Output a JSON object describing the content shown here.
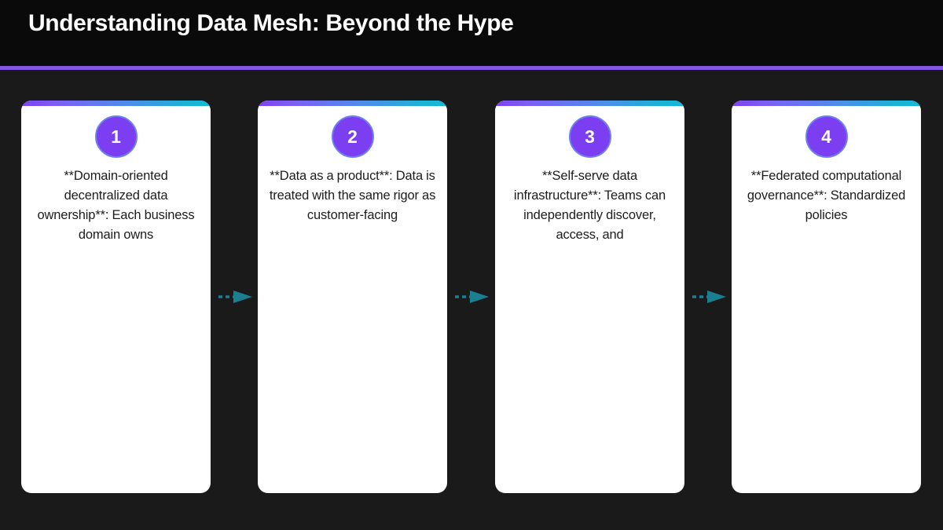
{
  "slide": {
    "title": "Understanding Data Mesh: Beyond the Hype",
    "background_color": "#1a1a1a",
    "header_background_color": "#0a0a0a",
    "accent_color": "#8257e6",
    "badge_color": "#7b3ef0",
    "arrow_color": "#1a7f91",
    "card_accent_gradient_from": "#7b43f0",
    "card_accent_gradient_to": "#14b8d8"
  },
  "cards": [
    {
      "number": "1",
      "text": "**Domain-oriented decentralized data ownership**: Each business domain owns"
    },
    {
      "number": "2",
      "text": "**Data as a product**: Data is treated with the same rigor as customer-facing"
    },
    {
      "number": "3",
      "text": "**Self-serve data infrastructure**: Teams can independently discover, access, and"
    },
    {
      "number": "4",
      "text": "**Federated computational governance**: Standardized policies"
    }
  ],
  "connectors": [
    {
      "label": "arrow-card1-to-card2"
    },
    {
      "label": "arrow-card2-to-card3"
    },
    {
      "label": "arrow-card3-to-card4"
    }
  ]
}
